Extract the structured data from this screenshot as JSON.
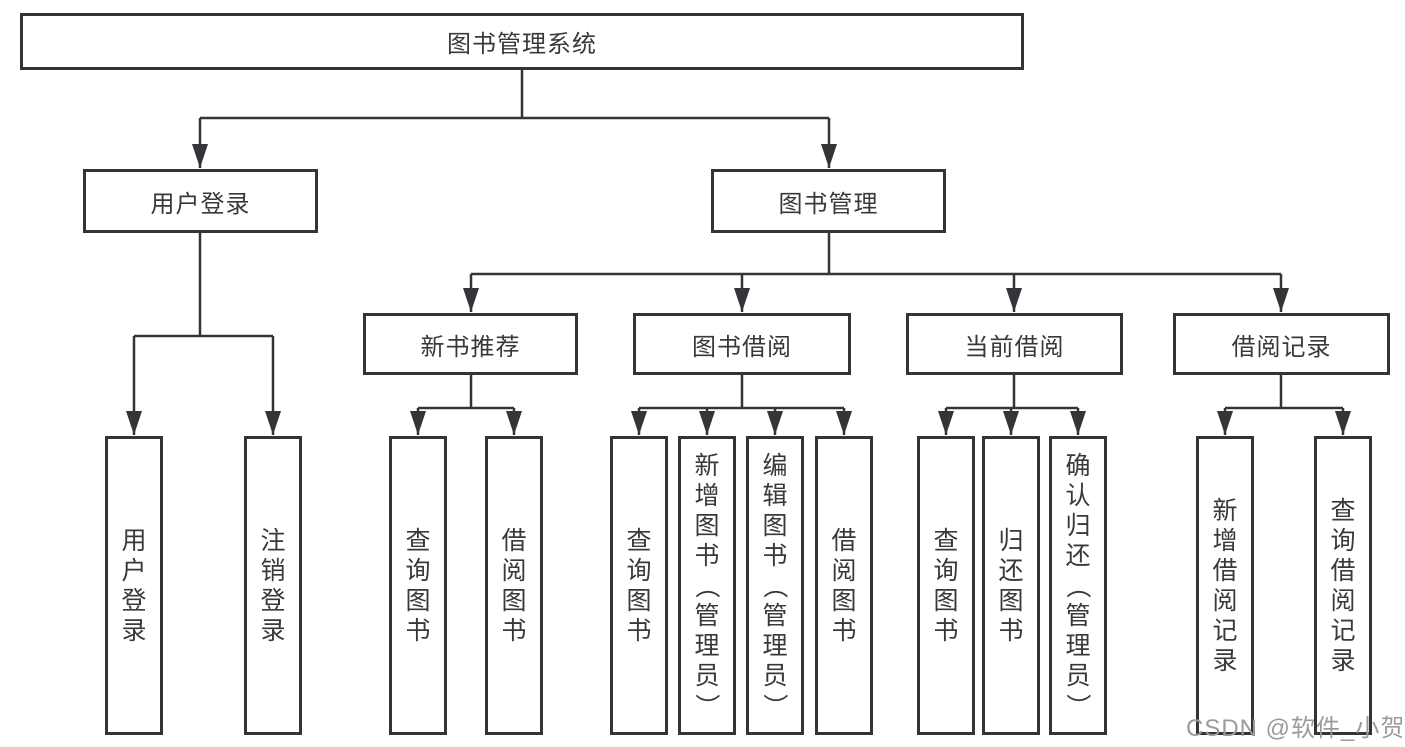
{
  "tree": {
    "label": "图书管理系统",
    "children": [
      {
        "label": "用户登录",
        "children": [
          {
            "label": "用户登录"
          },
          {
            "label": "注销登录"
          }
        ]
      },
      {
        "label": "图书管理",
        "children": [
          {
            "label": "新书推荐",
            "children": [
              {
                "label": "查询图书"
              },
              {
                "label": "借阅图书"
              }
            ]
          },
          {
            "label": "图书借阅",
            "children": [
              {
                "label": "查询图书"
              },
              {
                "label": "新增图书（管理员）"
              },
              {
                "label": "编辑图书（管理员）"
              },
              {
                "label": "借阅图书"
              }
            ]
          },
          {
            "label": "当前借阅",
            "children": [
              {
                "label": "查询图书"
              },
              {
                "label": "归还图书"
              },
              {
                "label": "确认归还（管理员）"
              }
            ]
          },
          {
            "label": "借阅记录",
            "children": [
              {
                "label": "新增借阅记录"
              },
              {
                "label": "查询借阅记录"
              }
            ]
          }
        ]
      }
    ]
  },
  "watermark": "CSDN @软件_小贺同学",
  "colors": {
    "line": "#333538",
    "box_border": "#323437",
    "text": "#38393b",
    "watermark_text": "#9b9b9b",
    "background": "#ffffff"
  }
}
